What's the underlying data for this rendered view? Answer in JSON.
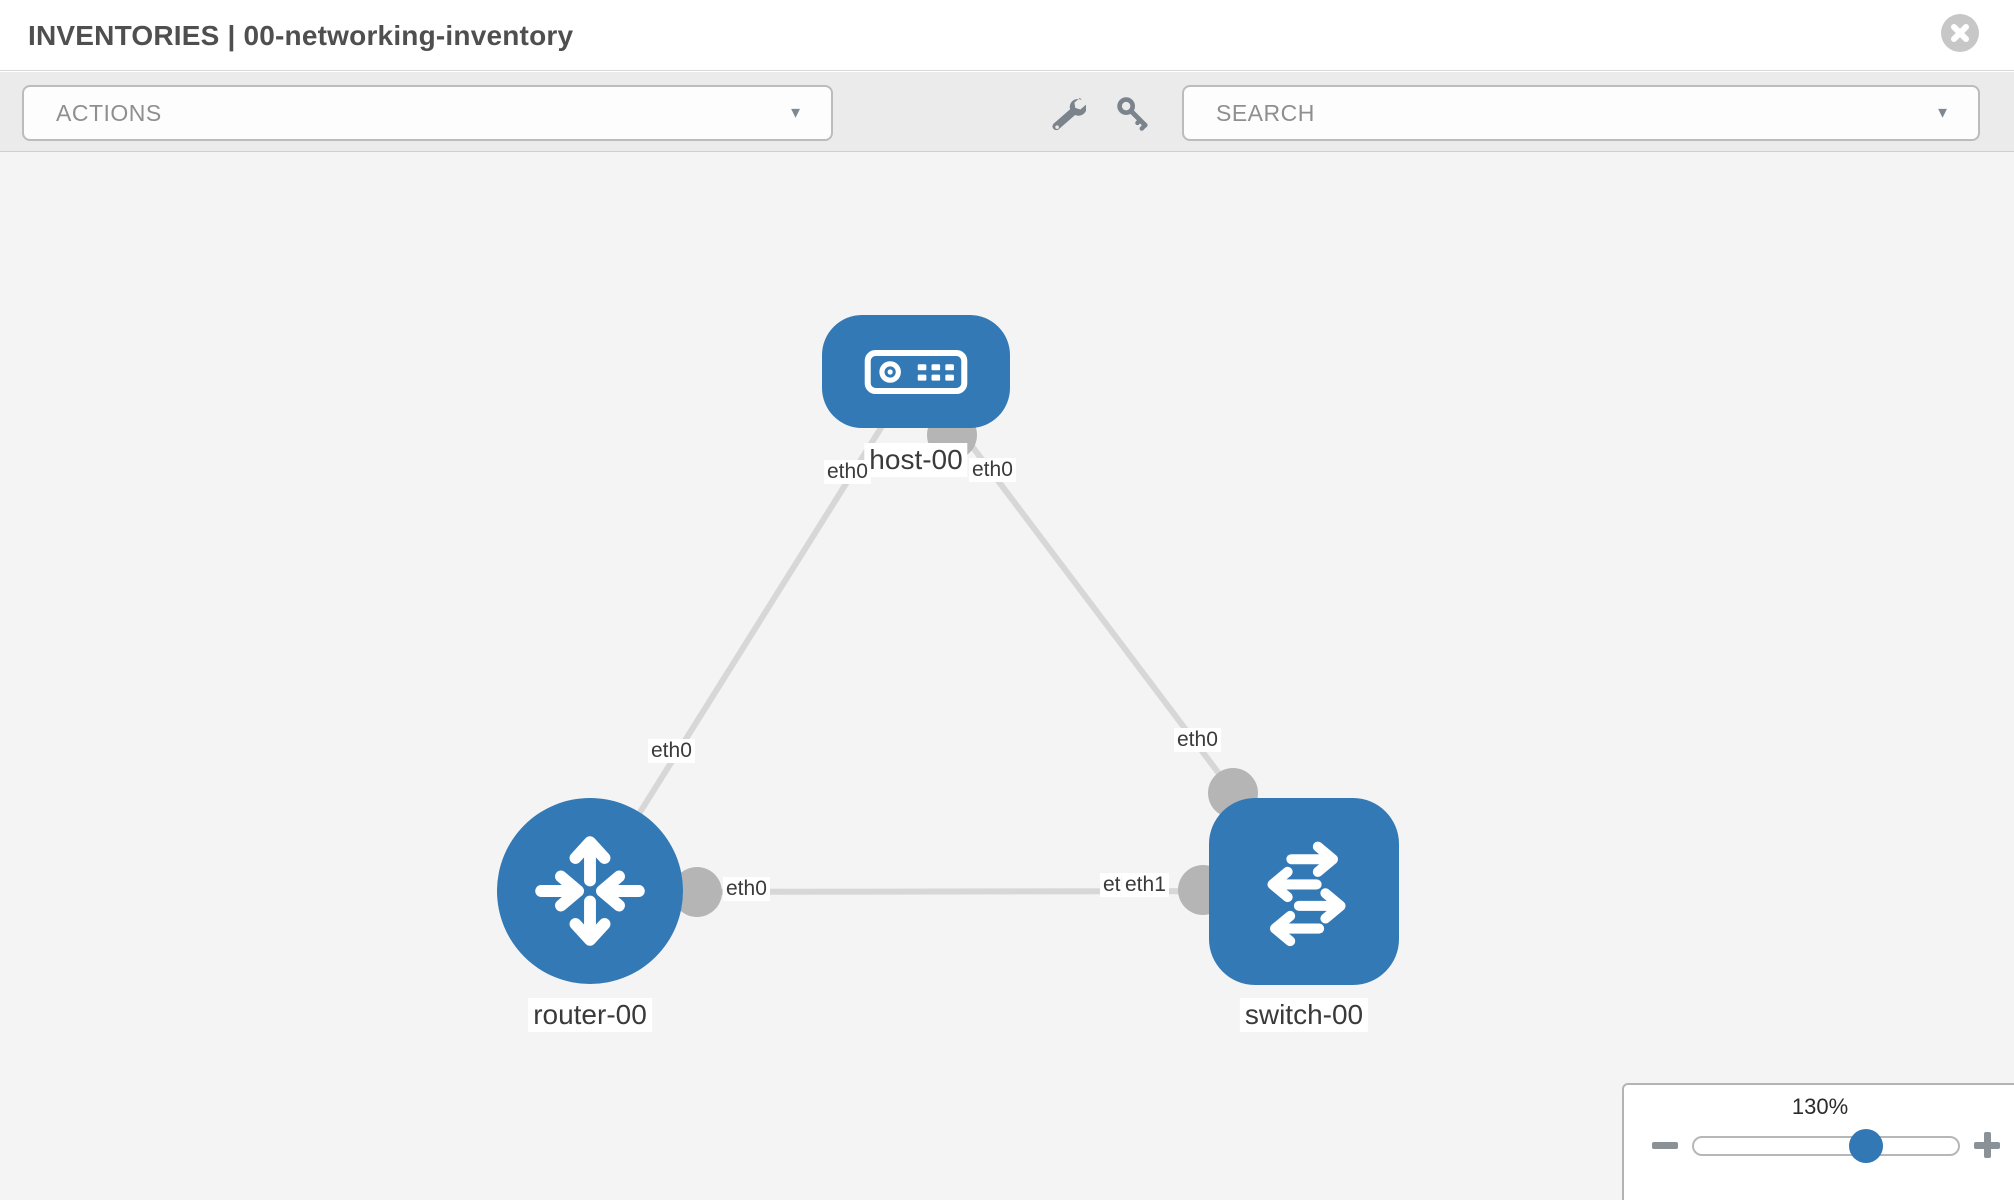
{
  "header": {
    "title": "INVENTORIES | 00-networking-inventory",
    "close_icon": "close"
  },
  "toolbar": {
    "actions_label": "ACTIONS",
    "search_label": "SEARCH",
    "caret_glyph": "▼",
    "wrench_icon": "wrench",
    "key_icon": "key"
  },
  "diagram": {
    "nodes": [
      {
        "label": "host-00",
        "type": "host"
      },
      {
        "label": "router-00",
        "type": "router"
      },
      {
        "label": "switch-00",
        "type": "switch"
      }
    ],
    "links": [
      {
        "from": "host-00",
        "from_interface": "eth0",
        "to": "router-00",
        "to_interface": "eth0"
      },
      {
        "from": "host-00",
        "from_interface": "eth0",
        "to": "switch-00",
        "to_interface": "eth0"
      },
      {
        "from": "router-00",
        "from_interface": "eth0",
        "to": "switch-00",
        "to_interface": "eth1"
      }
    ]
  },
  "zoom_control": {
    "level": "130%",
    "minus_icon": "minus",
    "plus_icon": "plus"
  },
  "colors": {
    "node_blue": "#3379b5",
    "link_gray": "#d7d7d7",
    "endpoint_gray": "#b5b5b5",
    "toolbar_gray": "#ebebeb",
    "canvas_gray": "#f4f4f5"
  }
}
